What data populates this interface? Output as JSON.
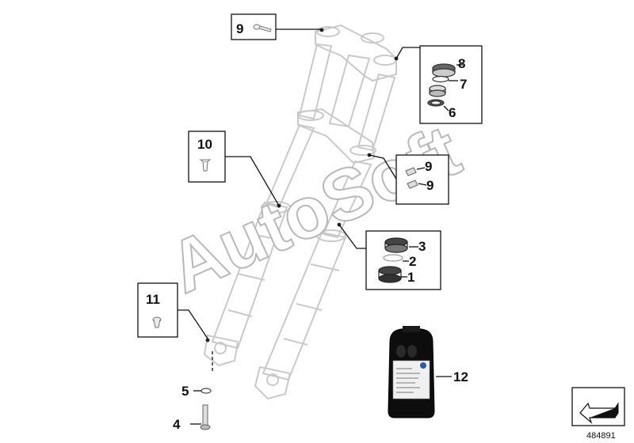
{
  "callouts": {
    "c1": "1",
    "c2": "2",
    "c3": "3",
    "c4": "4",
    "c5": "5",
    "c6": "6",
    "c7": "7",
    "c8": "8",
    "c9_top": "9",
    "c9_a": "9",
    "c9_b": "9",
    "c10": "10",
    "c11": "11",
    "c12": "12"
  },
  "watermark": "AutoSoft",
  "part_number": "484891",
  "icons": {
    "fork": "front-fork-assembly",
    "oil_bottle": "fork-oil-bottle-icon",
    "nav_arrow": "navigation-arrow-icon"
  },
  "colors": {
    "line": "#111111",
    "fork_outline": "#c9c9c9",
    "watermark_stroke": "#b8b8b8"
  }
}
